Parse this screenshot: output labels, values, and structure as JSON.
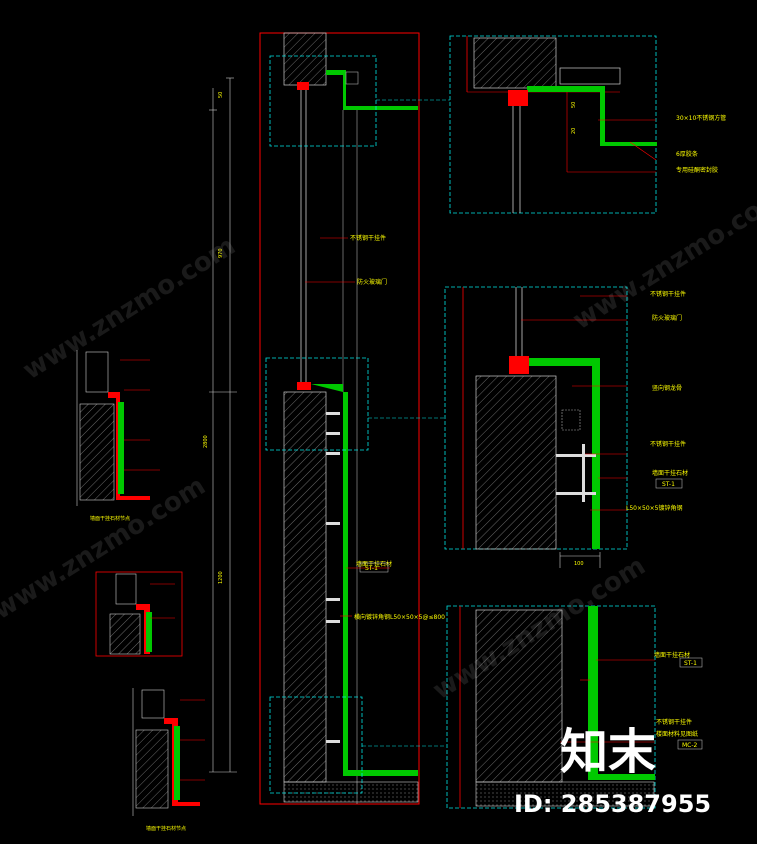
{
  "labels": {
    "stainless_main": "不锈钢干挂件",
    "fire_glass": "防火玻璃门",
    "detail_tube": "30×10不锈钢方管",
    "detail_glue": "6厚胶条",
    "detail_seal": "专用硅酮密封胶",
    "fire_glass_2": "防火玻璃门",
    "stainless_2": "不锈钢干挂件",
    "keel": "竖向钢龙骨",
    "stone_code": "ST-1",
    "stainless_3": "不锈钢干挂件",
    "stone_main": "墙面干挂石材",
    "stone_main_code": "ST-1",
    "angle_steel_main": "横向镀锌角钢L50×50×5@≤800",
    "angle_steel_detail": "L50×50×5镀锌角钢",
    "stone_lower": "墙面干挂石材",
    "stone_lower_code": "ST-1",
    "stainless_lower": "不锈钢干挂件",
    "floor_finish": "楼面材料见图纸",
    "floor_code": "MC-2",
    "small_1_title": "墙面干挂石材节点",
    "small_3_title": "墙面干挂石材节点",
    "dim_top": "50",
    "dim_mid": "970",
    "dim_total": "2800",
    "dim_lower": "1200",
    "dim_detail_a": "50",
    "dim_detail_b": "20",
    "dim_bottom": "100"
  },
  "watermark": {
    "text": "www.znzmo.com",
    "logo": "知末",
    "id": "ID: 285387955"
  },
  "colors": {
    "background": "#000000",
    "outline": "#ff0000",
    "detail_box": "#00e5e5",
    "annotation": "#ffff00",
    "stone_fill": "#5c5c5c",
    "finish": "#00c800"
  }
}
